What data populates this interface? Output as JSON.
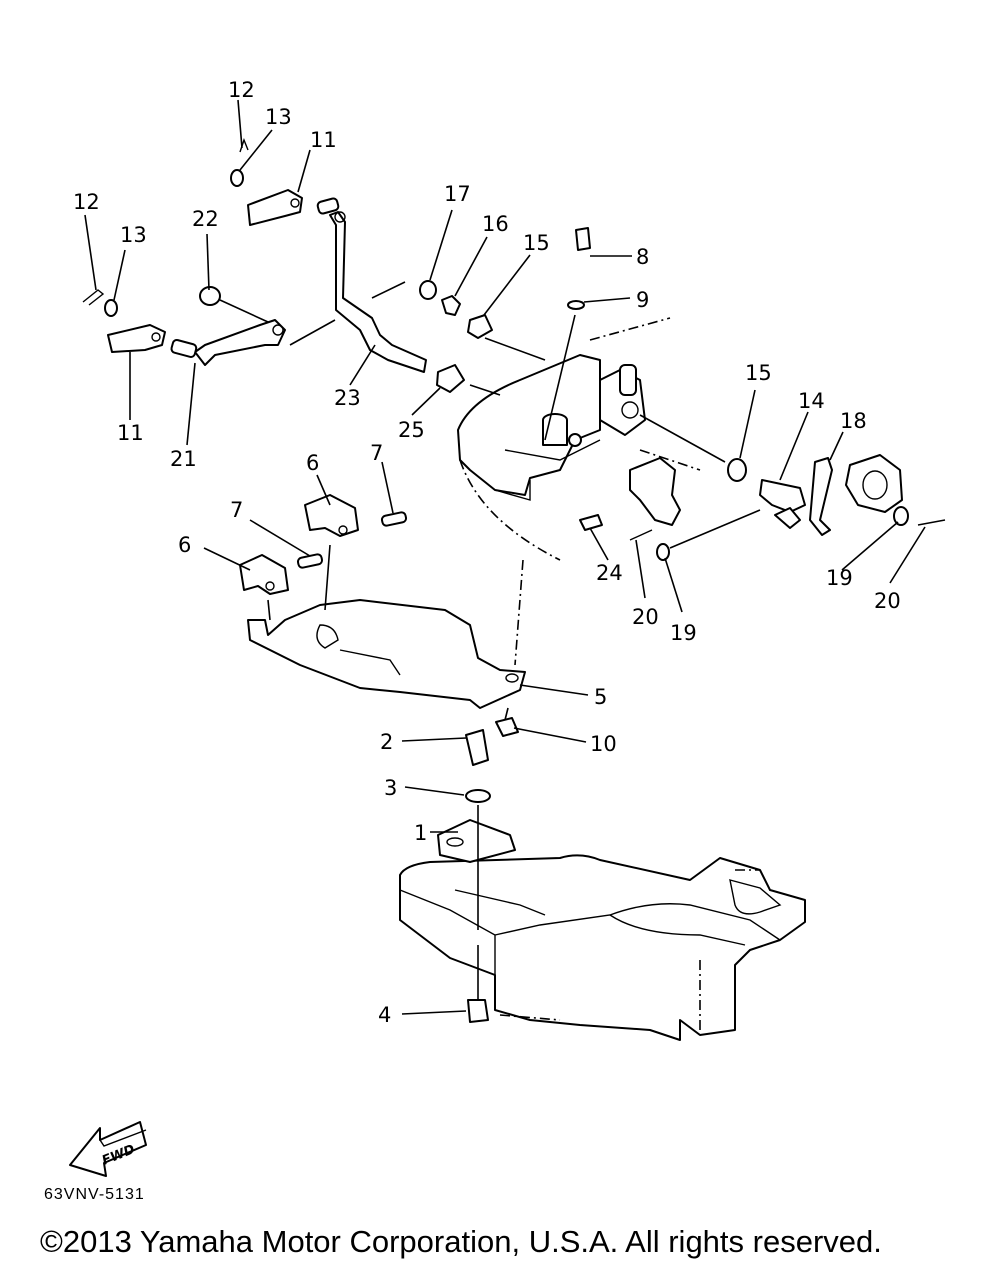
{
  "callouts": {
    "c1": "1",
    "c2": "2",
    "c3": "3",
    "c4": "4",
    "c5": "5",
    "c6a": "6",
    "c6b": "6",
    "c7a": "7",
    "c7b": "7",
    "c8": "8",
    "c9": "9",
    "c10": "10",
    "c11a": "11",
    "c11b": "11",
    "c12a": "12",
    "c12b": "12",
    "c13a": "13",
    "c13b": "13",
    "c14": "14",
    "c15a": "15",
    "c15b": "15",
    "c16": "16",
    "c17": "17",
    "c18": "18",
    "c19a": "19",
    "c19b": "19",
    "c20a": "20",
    "c20b": "20",
    "c21": "21",
    "c22": "22",
    "c23": "23",
    "c24": "24",
    "c25": "25"
  },
  "fwd_label": "FWD",
  "diagram_code": "63VNV-5131",
  "copyright": "©2013 Yamaha Motor Corporation, U.S.A. All rights reserved."
}
